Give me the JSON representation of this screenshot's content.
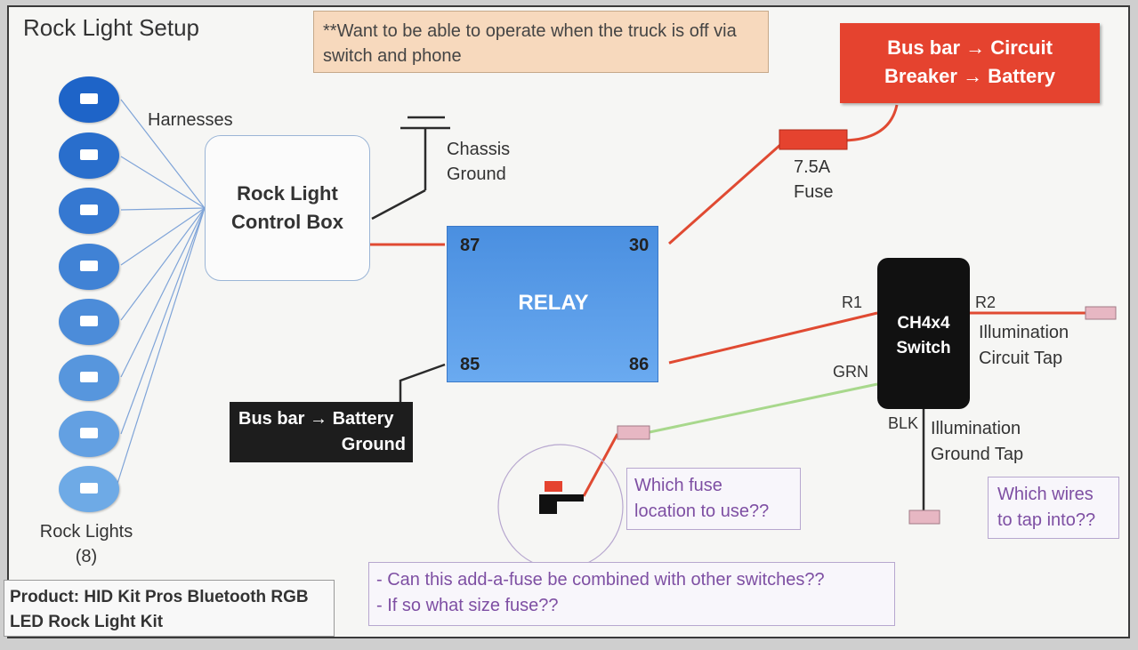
{
  "title": "Rock Light Setup",
  "note_top": "**Want to be able to operate when the truck is off via switch and phone",
  "power_source": [
    "Bus bar → Circuit",
    "Breaker → Battery"
  ],
  "harnesses_label": "Harnesses",
  "chassis_ground": [
    "Chassis",
    "Ground"
  ],
  "control_box": [
    "Rock Light",
    "Control Box"
  ],
  "fuse_label": [
    "7.5A",
    "Fuse"
  ],
  "relay": {
    "label": "RELAY",
    "pin_87": "87",
    "pin_30": "30",
    "pin_85": "85",
    "pin_86": "86"
  },
  "battery_ground": [
    "Bus bar → Battery",
    "Ground"
  ],
  "switch": {
    "label": [
      "CH4x4",
      "Switch"
    ],
    "r1": "R1",
    "r2": "R2",
    "grn": "GRN",
    "blk": "BLK"
  },
  "illumination_circuit_tap": [
    "Illumination",
    "Circuit Tap"
  ],
  "illumination_ground_tap": [
    "Illumination",
    "Ground Tap"
  ],
  "question_fuse": [
    "Which fuse",
    "location  to use??"
  ],
  "question_wires": [
    "Which wires",
    "to tap into??"
  ],
  "question_addafuse": [
    "- Can this add-a-fuse be combined with other switches??",
    "- If so what size fuse??"
  ],
  "rock_lights": [
    "Rock Lights",
    "(8)"
  ],
  "rock_light_count": 8,
  "product": [
    "Product: HID Kit Pros Bluetooth RGB",
    "LED Rock Light Kit"
  ],
  "colors": {
    "red_wire": "#e04a32",
    "green_wire": "#a8d88c",
    "dark_wire": "#2b2b2b",
    "harness_line": "#7fa4d8",
    "tap_pink": "#e7b7c3",
    "relay_blue": "#4a8fe0",
    "question_purple": "#7e4fa3"
  }
}
